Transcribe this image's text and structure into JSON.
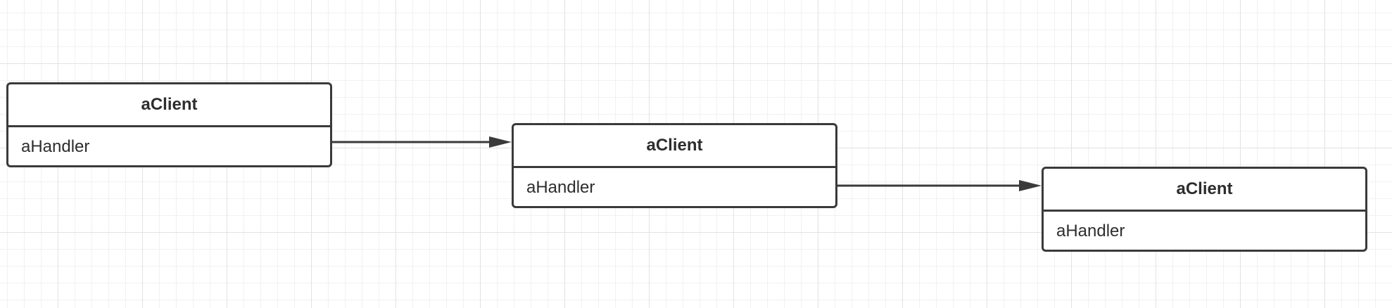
{
  "classes": [
    {
      "name": "aClient",
      "member": "aHandler"
    },
    {
      "name": "aClient",
      "member": "aHandler"
    },
    {
      "name": "aClient",
      "member": "aHandler"
    }
  ],
  "connections": [
    {
      "from": 0,
      "to": 1,
      "type": "association-arrow"
    },
    {
      "from": 1,
      "to": 2,
      "type": "association-arrow"
    }
  ],
  "colors": {
    "stroke": "#3a3a3a",
    "text": "#2d2d2d",
    "background": "#ffffff"
  }
}
